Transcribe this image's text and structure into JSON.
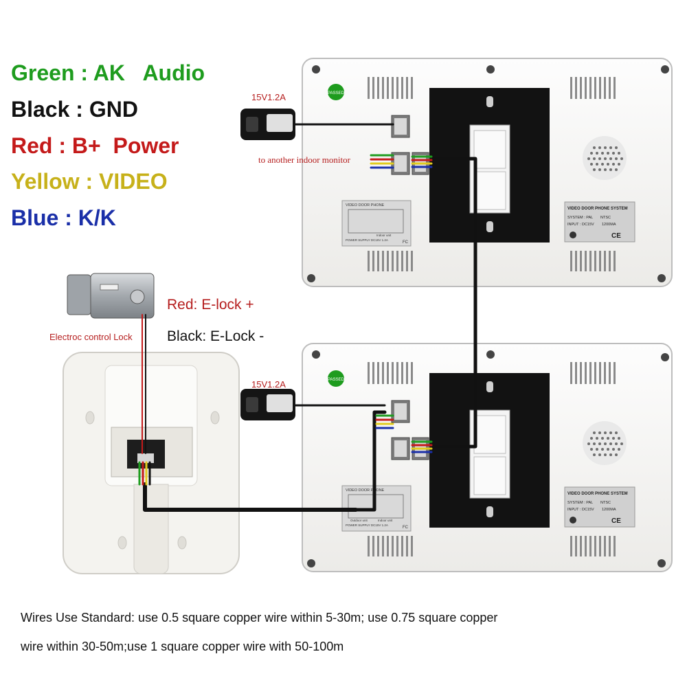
{
  "legend": [
    {
      "text": "Green : AK   Audio",
      "color": "#1e9c1e"
    },
    {
      "text": "Black : GND",
      "color": "#111111"
    },
    {
      "text": "Red : B+  Power",
      "color": "#c41a1a"
    },
    {
      "text": "Yellow : VIDEO",
      "color": "#c7b11a"
    },
    {
      "text": "Blue : K/K",
      "color": "#1a2fa8"
    }
  ],
  "labels": {
    "adapter_top": "15V1.2A",
    "adapter_bottom": "15V1.2A",
    "another_monitor": "to another indoor monitor",
    "elock_plus": "Red: E-lock +",
    "elock_minus": "Black: E-Lock -",
    "lock_caption": "Electroc control Lock"
  },
  "monitor_plate": {
    "title": "VIDEO DOOR PHONE SYSTEM",
    "system": "SYSTEM : PAL",
    "ntsc": "NTSC",
    "input": "INPUT : DC15V",
    "current": "1200MA",
    "ce": "CE",
    "passed": "PASSED"
  },
  "wiring_label": {
    "title": "VIDEO DOOR PHONE",
    "supply": "POWER SUPPLY DC15V 1.2A",
    "outdoor": "Outdoor unit",
    "indoor": "Indoor unit",
    "fc": "FC"
  },
  "footer": {
    "line1": "Wires Use Standard: use 0.5 square copper wire within 5-30m; use 0.75 square copper",
    "line2": "wire within 30-50m;use 1 square copper wire with 50-100m"
  },
  "colors": {
    "green": "#1e9c1e",
    "black": "#111111",
    "red": "#c41a1a",
    "yellow": "#e1cb1f",
    "blue": "#1a2fa8",
    "label_red": "#b51d1d"
  }
}
